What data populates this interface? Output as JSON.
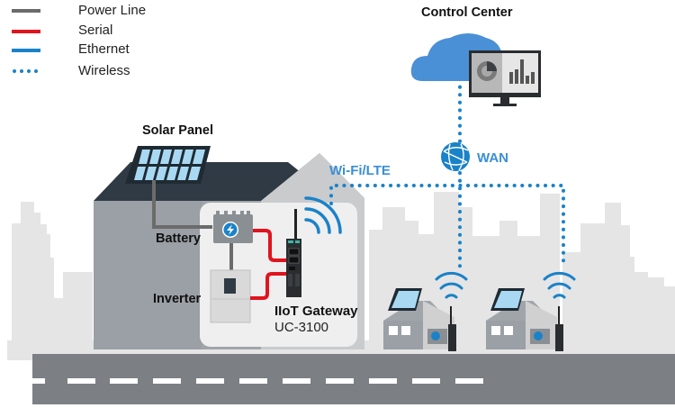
{
  "legend": {
    "items": [
      {
        "label": "Power Line",
        "style": "solid",
        "color": "#6b6b6b"
      },
      {
        "label": "Serial",
        "style": "solid",
        "color": "#e0141e"
      },
      {
        "label": "Ethernet",
        "style": "solid",
        "color": "#1a82c8"
      },
      {
        "label": "Wireless",
        "style": "dotted",
        "color": "#1a82c8"
      }
    ]
  },
  "labels": {
    "control_center": "Control Center",
    "solar_panel": "Solar Panel",
    "battery": "Battery",
    "inverter": "Inverter",
    "gateway_name": "IIoT Gateway",
    "gateway_model": "UC-3100",
    "wifi_lte": "Wi-Fi/LTE",
    "wan": "WAN"
  },
  "icons": {
    "cloud": "cloud-icon",
    "monitor": "monitor-dashboard-icon",
    "globe": "globe-network-icon",
    "wifi": "wifi-signal-icon",
    "battery": "battery-bolt-icon"
  },
  "colors": {
    "wireless": "#1a82c8",
    "cloud": "#4a90d6",
    "serial": "#e0141e",
    "power": "#6b6b6b",
    "road": "#7d8185",
    "skyline": "#e6e6e6",
    "house_dark": "#9aa0a5",
    "roof": "#2f3a44"
  }
}
